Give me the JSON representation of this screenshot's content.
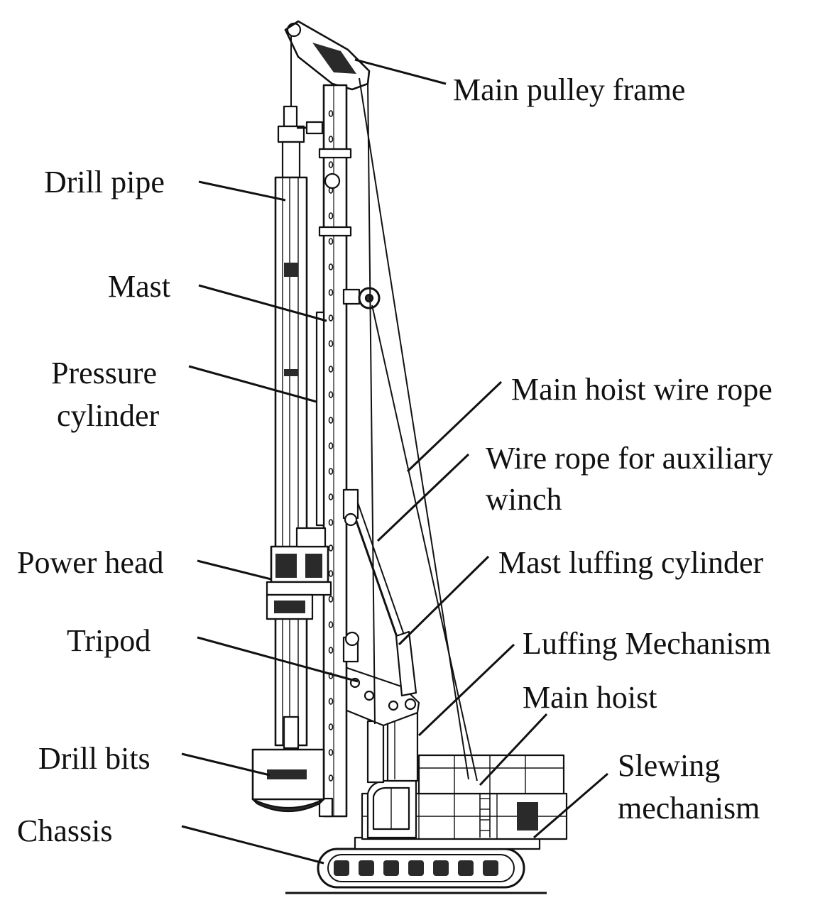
{
  "labels": {
    "main_pulley_frame": "Main pulley frame",
    "drill_pipe": "Drill pipe",
    "mast": "Mast",
    "pressure_cylinder_1": "Pressure",
    "pressure_cylinder_2": "cylinder",
    "main_hoist_wire_rope": "Main hoist wire rope",
    "aux_wire_rope_1": "Wire rope for auxiliary",
    "aux_wire_rope_2": "winch",
    "power_head": "Power head",
    "mast_luffing_cylinder": "Mast luffing cylinder",
    "tripod": "Tripod",
    "luffing_mechanism": "Luffing Mechanism",
    "main_hoist": "Main hoist",
    "drill_bits": "Drill bits",
    "slewing_mechanism_1": "Slewing",
    "slewing_mechanism_2": "mechanism",
    "chassis": "Chassis"
  },
  "colors": {
    "line": "#111111",
    "fill": "#ffffff",
    "dark": "#2a2a2a"
  }
}
